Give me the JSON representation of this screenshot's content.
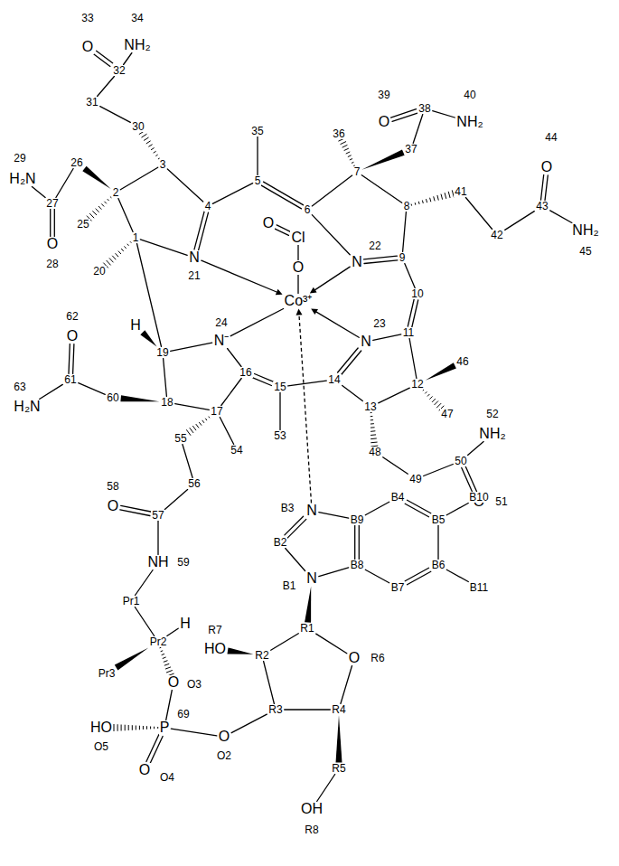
{
  "diagram": {
    "labels": [
      "33",
      "34",
      "O",
      "NH₂",
      "39",
      "40",
      "O",
      "NH₂",
      "38",
      "32",
      "36",
      "44",
      "O",
      "31",
      "30",
      "35",
      "37",
      "3",
      "26",
      "29",
      "H₂N",
      "27",
      "2",
      "25",
      "O",
      "28",
      "4",
      "5",
      "6",
      "7",
      "8",
      "41",
      "42",
      "43",
      "NH₂",
      "45",
      "Cl",
      "O",
      "O",
      "1",
      "20",
      "N",
      "21",
      "N",
      "22",
      "9",
      "10",
      "Co³⁺",
      "62",
      "O",
      "H",
      "19",
      "N⁻",
      "24",
      "N",
      "23",
      "11",
      "61",
      "63",
      "H₂N",
      "60",
      "18",
      "17",
      "16",
      "15",
      "14",
      "13",
      "12",
      "46",
      "47",
      "NH₂",
      "52",
      "54",
      "53",
      "55",
      "48",
      "50",
      "49",
      "O",
      "51",
      "56",
      "58",
      "O",
      "57",
      "B3",
      "N",
      "B4",
      "B9",
      "B5",
      "B10",
      "B2",
      "NH",
      "59",
      "B1",
      "N",
      "B8",
      "B6",
      "B11",
      "B7",
      "Pr1",
      "H",
      "R7",
      "HO",
      "R2",
      "R1",
      "Pr2",
      "Pr3",
      "O",
      "O3",
      "O",
      "R6",
      "HO",
      "O5",
      "P",
      "69",
      "O",
      "O2",
      "R3",
      "R4",
      "O",
      "O4",
      "R5",
      "OH",
      "R8"
    ]
  }
}
